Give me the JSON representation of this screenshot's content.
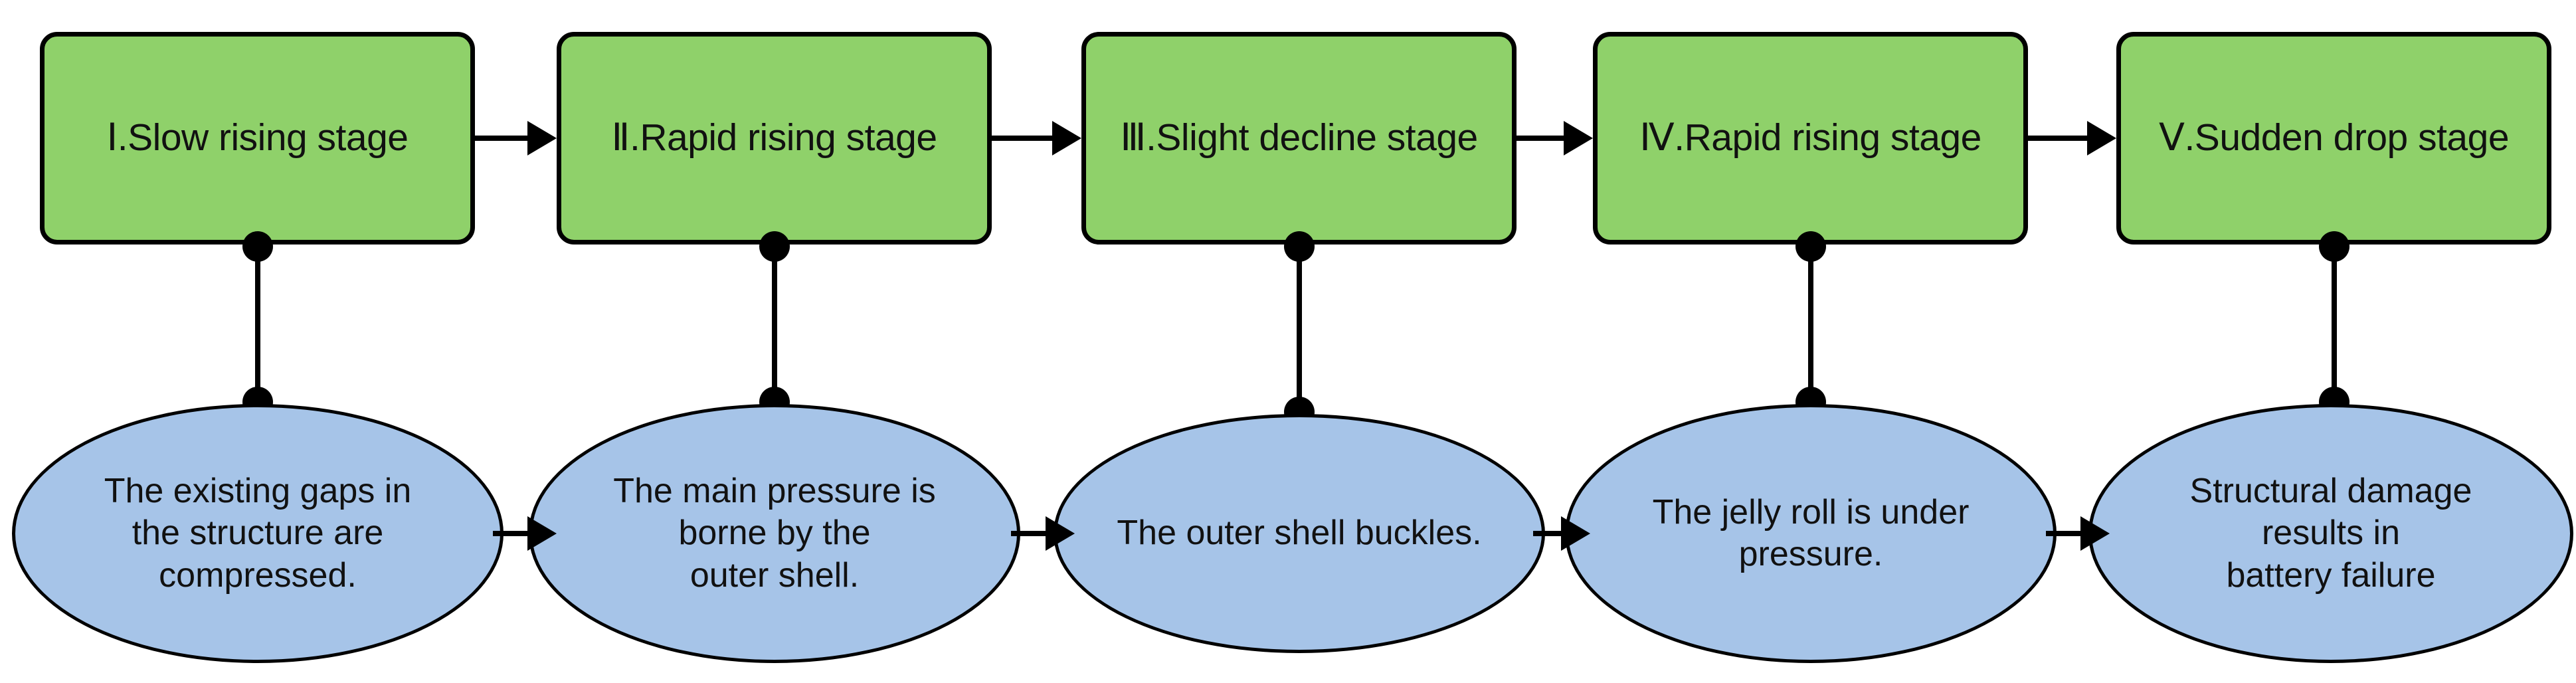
{
  "diagram": {
    "title_text": "",
    "colors": {
      "stage_fill": "#8FD16A",
      "effect_fill": "#A6C4E8",
      "stroke": "#000000",
      "background": "#FFFFFF"
    },
    "stages": [
      {
        "label": "Ⅰ.Slow rising stage"
      },
      {
        "label": "Ⅱ.Rapid rising stage"
      },
      {
        "label": "Ⅲ.Slight decline stage"
      },
      {
        "label": "Ⅳ.Rapid rising stage"
      },
      {
        "label": "Ⅴ.Sudden drop stage"
      }
    ],
    "effects": [
      {
        "line1": "The existing gaps in",
        "line2": "the structure are",
        "line3": "compressed."
      },
      {
        "line1": "The main pressure is",
        "line2": "borne by the",
        "line3": "outer shell."
      },
      {
        "line1": "The outer shell buckles.",
        "line2": "",
        "line3": ""
      },
      {
        "line1": "The jelly roll is under",
        "line2": "pressure.",
        "line3": ""
      },
      {
        "line1": "Structural damage",
        "line2": "results in",
        "line3": "battery failure"
      }
    ],
    "stage_arrows": [
      {
        "from": "Ⅰ.Slow rising stage",
        "to": "Ⅱ.Rapid rising stage"
      },
      {
        "from": "Ⅱ.Rapid rising stage",
        "to": "Ⅲ.Slight decline stage"
      },
      {
        "from": "Ⅲ.Slight decline stage",
        "to": "Ⅳ.Rapid rising stage"
      },
      {
        "from": "Ⅳ.Rapid rising stage",
        "to": "Ⅴ.Sudden drop stage"
      }
    ],
    "effect_arrows": [
      {
        "from": "The existing gaps in the structure are compressed.",
        "to": "The main pressure is borne by the outer shell."
      },
      {
        "from": "The main pressure is borne by the outer shell.",
        "to": "The outer shell buckles."
      },
      {
        "from": "The outer shell buckles.",
        "to": "The jelly roll is under pressure."
      },
      {
        "from": "The jelly roll is under pressure.",
        "to": "Structural damage results in battery failure"
      }
    ],
    "stage_to_effect_links": [
      {
        "stage": "Ⅰ.Slow rising stage",
        "effect": "The existing gaps in the structure are compressed."
      },
      {
        "stage": "Ⅱ.Rapid rising stage",
        "effect": "The main pressure is borne by the outer shell."
      },
      {
        "stage": "Ⅲ.Slight decline stage",
        "effect": "The outer shell buckles."
      },
      {
        "stage": "Ⅳ.Rapid rising stage",
        "effect": "The jelly roll is under pressure."
      },
      {
        "stage": "Ⅴ.Sudden drop stage",
        "effect": "Structural damage results in battery failure"
      }
    ]
  }
}
